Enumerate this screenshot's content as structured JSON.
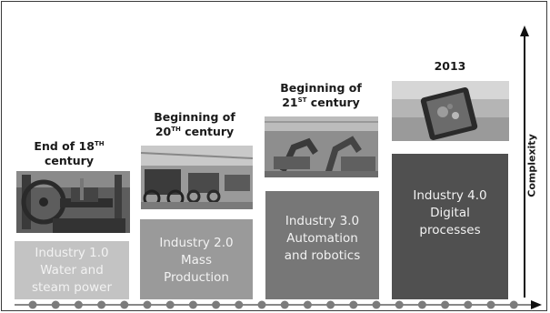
{
  "axis": {
    "label": "Complexity"
  },
  "eras": [
    {
      "label_parts": [
        "End of 18",
        "TH",
        "",
        "century"
      ],
      "stage": [
        "Industry 1.0",
        "Water and",
        "steam power"
      ],
      "colors": {
        "box": "#c3c3c3"
      }
    },
    {
      "label_parts": [
        "Beginning of",
        "",
        "20",
        "TH",
        " century"
      ],
      "stage": [
        "Industry 2.0",
        "Mass",
        "Production"
      ],
      "colors": {
        "box": "#9a9a9a"
      }
    },
    {
      "label_parts": [
        "Beginning of",
        "",
        "21",
        "ST",
        " century"
      ],
      "stage": [
        "Industry 3.0",
        "Automation",
        "and robotics"
      ],
      "colors": {
        "box": "#777777"
      }
    },
    {
      "label_parts": [
        "2013"
      ],
      "stage": [
        "Industry 4.0",
        "Digital",
        "processes"
      ],
      "colors": {
        "box": "#505050"
      }
    }
  ],
  "colors": {
    "timeline": "#888888",
    "dot": "#7c7c7c",
    "arrow": "#111111"
  }
}
